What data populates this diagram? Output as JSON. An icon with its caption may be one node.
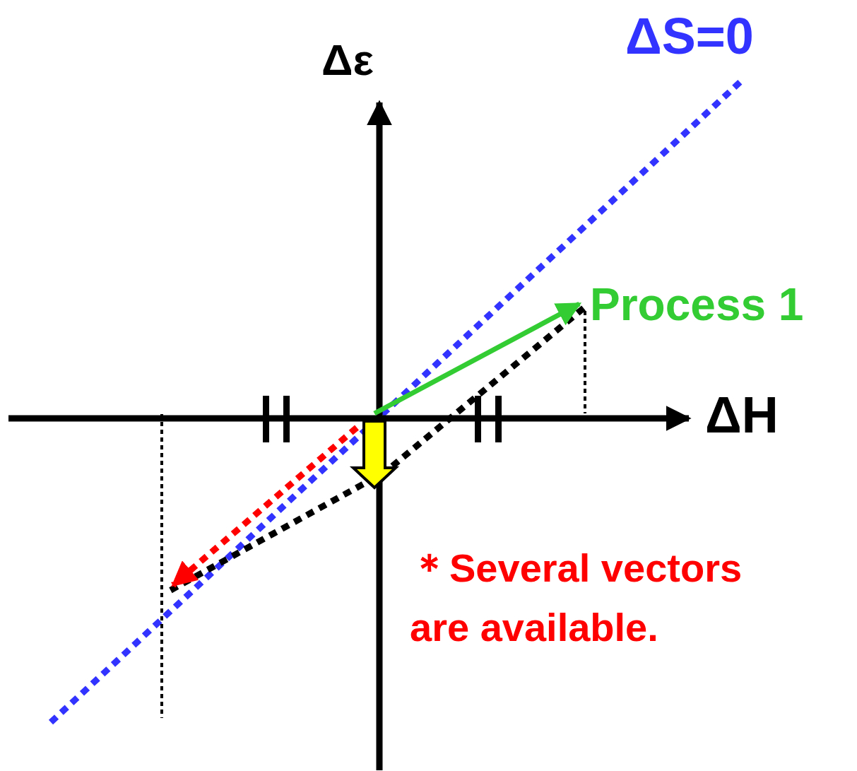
{
  "diagram": {
    "labels": [
      "Δε",
      "ΔS=0",
      "Process 1",
      "ΔH",
      "＊Several vectors are available."
    ]
  }
}
